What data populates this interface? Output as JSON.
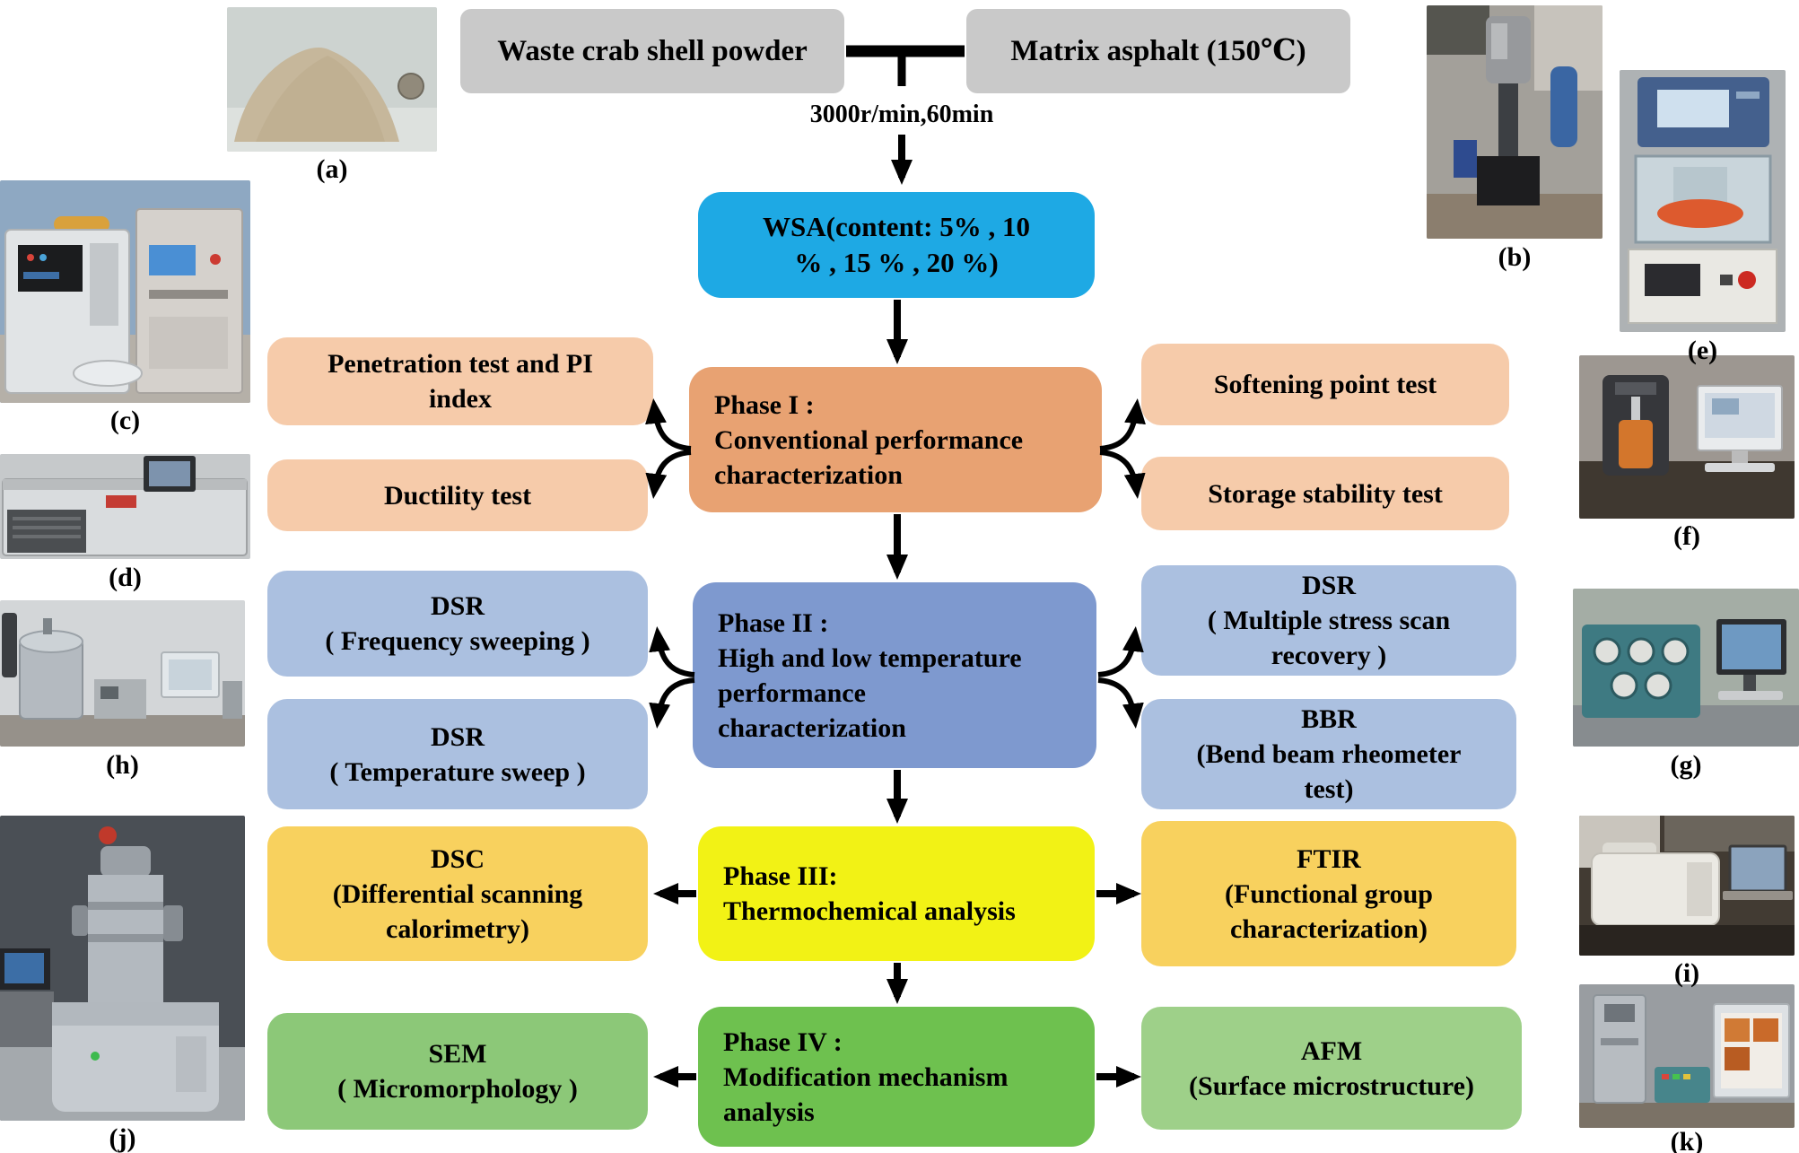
{
  "figure": {
    "type": "experimental-flowchart",
    "background": "#ffffff"
  },
  "top": {
    "input_left": "Waste crab shell powder",
    "input_right": "Matrix asphalt (150℃)",
    "mixing_condition": "3000r/min,60min",
    "product": "WSA(content: 5% , 10\n% , 15 % , 20 %)"
  },
  "phases": [
    {
      "id": "phase-1",
      "label": "Phase I :\nConventional performance\ncharacterization",
      "color": "#e8a272",
      "side_color": "#f6cbaa"
    },
    {
      "id": "phase-2",
      "label": "Phase II :\nHigh and low temperature\nperformance\ncharacterization",
      "color": "#7e99cf",
      "side_color": "#abc0e0"
    },
    {
      "id": "phase-3",
      "label": "Phase III:\nThermochemical analysis",
      "color": "#f2f215",
      "side_color": "#f8d15e"
    },
    {
      "id": "phase-4",
      "label": "Phase IV :\nModification mechanism\nanalysis",
      "color": "#6ec14f",
      "side_color": "#95cc80"
    }
  ],
  "left_tests": [
    {
      "label": "Penetration test and PI\nindex"
    },
    {
      "label": "Ductility test"
    },
    {
      "label": "DSR\n( Frequency sweeping )"
    },
    {
      "label": "DSR\n( Temperature sweep )"
    },
    {
      "label": "DSC\n(Differential scanning\ncalorimetry)"
    },
    {
      "label": "SEM\n( Micromorphology )"
    }
  ],
  "right_tests": [
    {
      "label": "Softening point test"
    },
    {
      "label": "Storage stability test"
    },
    {
      "label": "DSR\n( Multiple stress scan\nrecovery )"
    },
    {
      "label": "BBR\n(Bend beam rheometer\ntest)"
    },
    {
      "label": "FTIR\n(Functional group\ncharacterization)"
    },
    {
      "label": "AFM\n(Surface microstructure)"
    }
  ],
  "photos": [
    {
      "key": "a",
      "label": "(a)",
      "subject": "waste crab shell powder sample"
    },
    {
      "key": "b",
      "label": "(b)",
      "subject": "high shear mixer"
    },
    {
      "key": "c",
      "label": "(c)",
      "subject": "penetration test apparatus"
    },
    {
      "key": "d",
      "label": "(d)",
      "subject": "ductility test machine"
    },
    {
      "key": "e",
      "label": "(e)",
      "subject": "softening point tester"
    },
    {
      "key": "f",
      "label": "(f)",
      "subject": "dynamic shear rheometer"
    },
    {
      "key": "g",
      "label": "(g)",
      "subject": "bending beam rheometer"
    },
    {
      "key": "h",
      "label": "(h)",
      "subject": "storage stability equipment"
    },
    {
      "key": "i",
      "label": "(i)",
      "subject": "FTIR spectrometer"
    },
    {
      "key": "j",
      "label": "(j)",
      "subject": "scanning electron microscope"
    },
    {
      "key": "k",
      "label": "(k)",
      "subject": "atomic force microscope"
    }
  ],
  "colors": {
    "input_box": "#c9c9c9",
    "wsa_box": "#1ea9e4",
    "phase1": "#e8a272",
    "phase1_side": "#f6cbaa",
    "phase2": "#7e99cf",
    "phase2_side": "#abc0e0",
    "phase3": "#f2f215",
    "phase3_side": "#f8d15e",
    "phase4": "#6ec14f",
    "phase4_side_left": "#8cc878",
    "phase4_side_right": "#9ed089",
    "arrow": "#000000",
    "text": "#000000"
  }
}
